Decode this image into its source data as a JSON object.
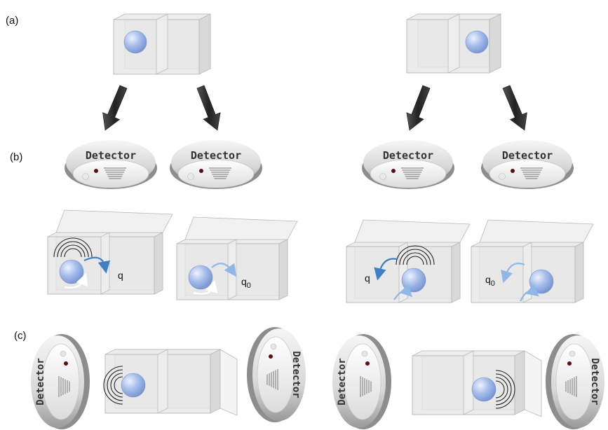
{
  "panel_labels": {
    "a": "(a)",
    "b": "(b)",
    "c": "(c)"
  },
  "detector_text": "Detector",
  "charge_labels": {
    "q": "q",
    "q0_base": "q",
    "q0_sub": "0"
  },
  "colors": {
    "sphere": "#8aa9e0",
    "arrow_blue": "#3f7fc4",
    "arrow_light": "#8fb8e6",
    "big_arrow": "#2f2f2f",
    "box_face": "#e4e4e4",
    "box_edge": "#b9b9b9"
  }
}
